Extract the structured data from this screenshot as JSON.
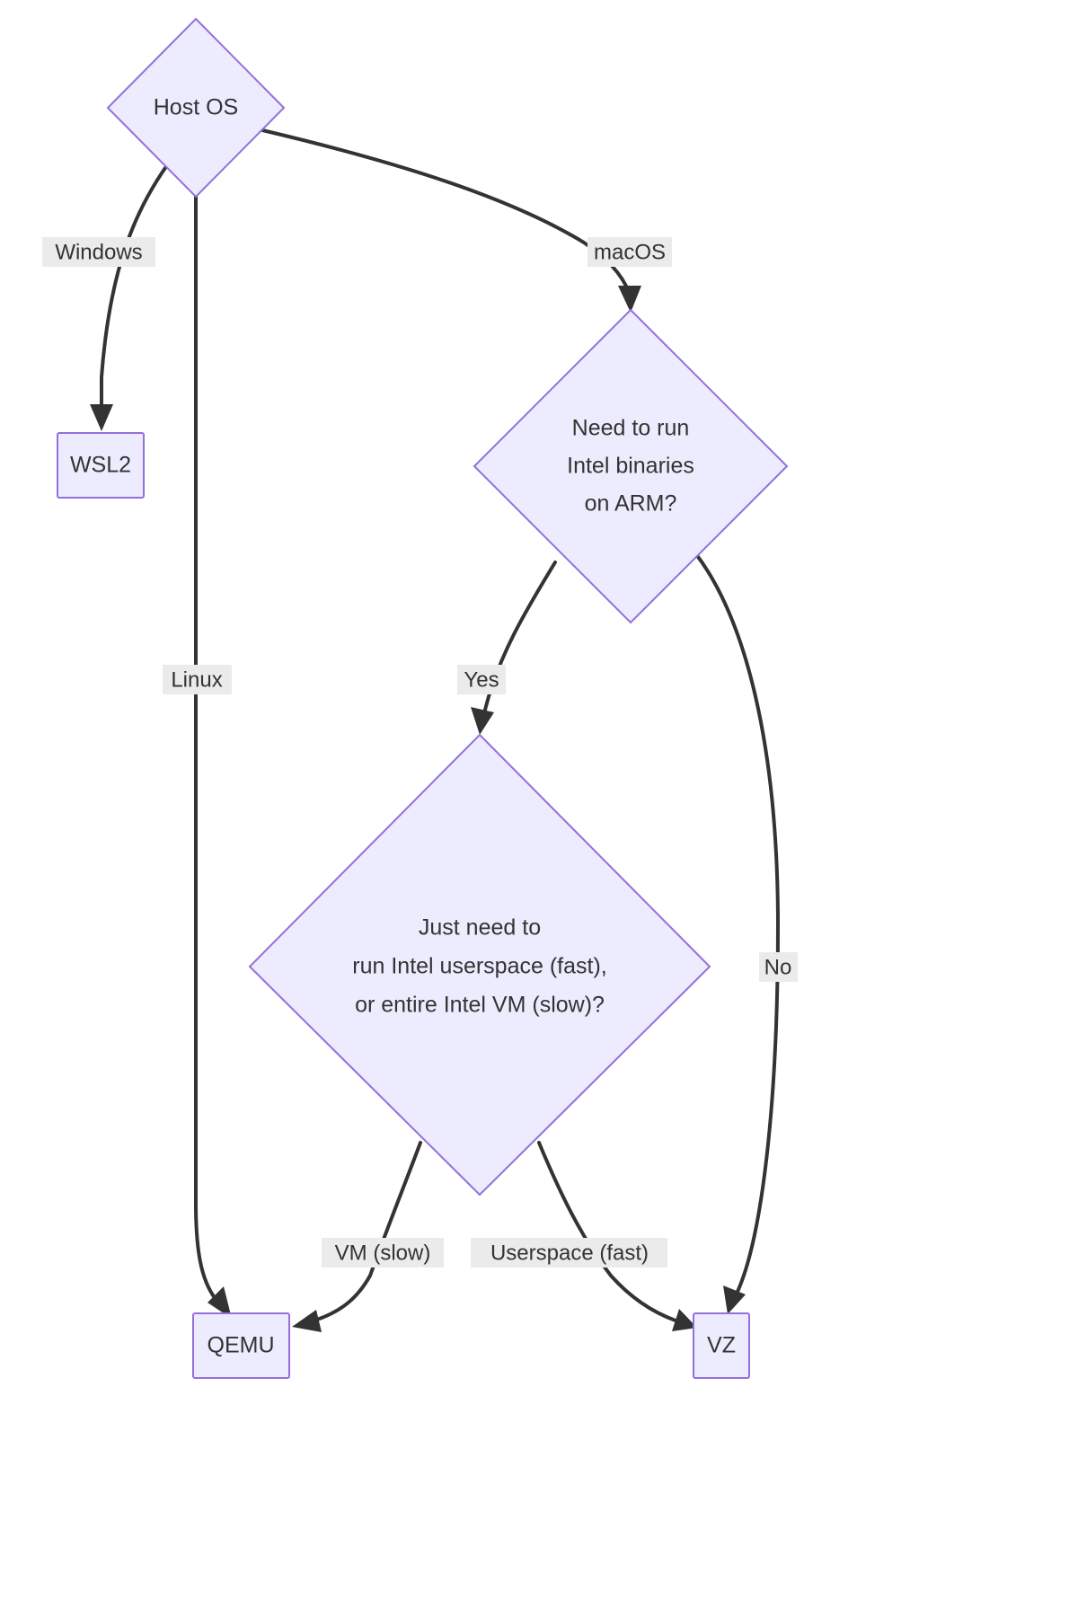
{
  "diagram": {
    "type": "flowchart",
    "orientation": "top-down",
    "colors": {
      "node_fill": "#ececfe",
      "node_stroke": "#9370db",
      "edge_stroke": "#333333",
      "label_bg": "#ebebeb",
      "text": "#333333",
      "background": "#ffffff"
    },
    "nodes": [
      {
        "id": "host_os",
        "shape": "diamond",
        "label": "Host OS",
        "lines": [
          "Host OS"
        ]
      },
      {
        "id": "need_intel",
        "shape": "diamond",
        "label": "Need to run Intel binaries on ARM?",
        "lines": [
          "Need to run",
          "Intel binaries",
          "on ARM?"
        ]
      },
      {
        "id": "userspace_or_vm",
        "shape": "diamond",
        "label": "Just need to run Intel userspace (fast), or entire Intel VM (slow)?",
        "lines": [
          "Just need to",
          "run Intel userspace (fast),",
          "or entire Intel VM (slow)?"
        ]
      },
      {
        "id": "wsl2",
        "shape": "rect",
        "label": "WSL2",
        "lines": [
          "WSL2"
        ]
      },
      {
        "id": "qemu",
        "shape": "rect",
        "label": "QEMU",
        "lines": [
          "QEMU"
        ]
      },
      {
        "id": "vz",
        "shape": "rect",
        "label": "VZ",
        "lines": [
          "VZ"
        ]
      }
    ],
    "edges": [
      {
        "id": "e_windows",
        "from": "host_os",
        "to": "wsl2",
        "label": "Windows"
      },
      {
        "id": "e_linux",
        "from": "host_os",
        "to": "qemu",
        "label": "Linux"
      },
      {
        "id": "e_macos",
        "from": "host_os",
        "to": "need_intel",
        "label": "macOS"
      },
      {
        "id": "e_yes",
        "from": "need_intel",
        "to": "userspace_or_vm",
        "label": "Yes"
      },
      {
        "id": "e_no",
        "from": "need_intel",
        "to": "vz",
        "label": "No"
      },
      {
        "id": "e_vm_slow",
        "from": "userspace_or_vm",
        "to": "qemu",
        "label": "VM (slow)"
      },
      {
        "id": "e_userspace_fast",
        "from": "userspace_or_vm",
        "to": "vz",
        "label": "Userspace (fast)"
      }
    ]
  }
}
